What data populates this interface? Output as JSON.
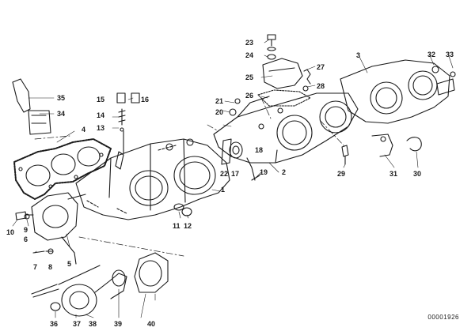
{
  "diagram": {
    "callouts": [
      "1",
      "2",
      "3",
      "4",
      "5",
      "6",
      "7",
      "8",
      "9",
      "10",
      "11",
      "12",
      "13",
      "14",
      "15",
      "16",
      "17",
      "18",
      "19",
      "20",
      "21",
      "22",
      "23",
      "24",
      "25",
      "26",
      "27",
      "28",
      "29",
      "30",
      "31",
      "32",
      "33",
      "34",
      "35",
      "36",
      "37",
      "38",
      "39",
      "40"
    ],
    "drawing_number": "00001926"
  }
}
